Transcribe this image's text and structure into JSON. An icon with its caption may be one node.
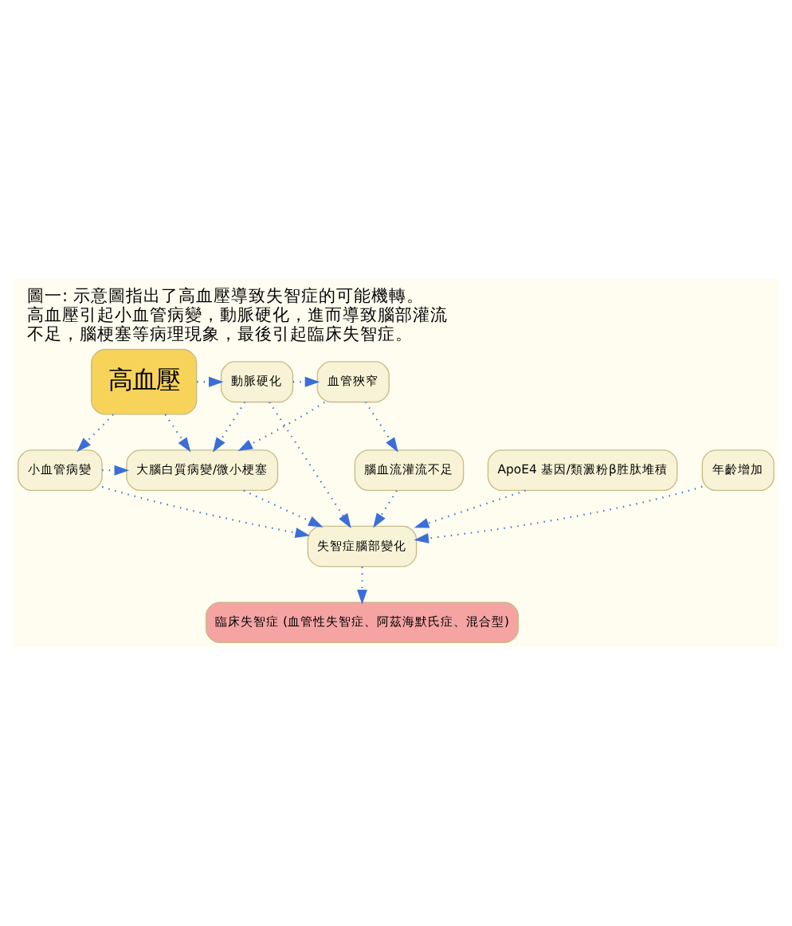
{
  "diagram": {
    "title": "圖一: 示意圖指出了高血壓導致失智症的可能機轉。高血壓引起小血管病變，動脈硬化，進而導致腦部灌流不足，腦梗塞等病理現象，最後引起臨床失智症。",
    "nodes": [
      {
        "text": [
          "高血壓"
        ]
      },
      {
        "text": [
          "動脈硬化"
        ]
      },
      {
        "text": [
          "血管狹窄"
        ]
      },
      {
        "text": [
          "腦血流灌流不足"
        ]
      },
      {
        "text": [
          "小血管病變"
        ]
      },
      {
        "text": [
          "大腦白質病變/微小梗塞"
        ]
      },
      {
        "text": [
          "ApoE4 基因/類澱粉β胜肽堆積"
        ]
      },
      {
        "text": [
          "年齡增加"
        ]
      },
      {
        "text": [
          "失智症腦部變化"
        ]
      },
      {
        "text": [
          "臨床失智症 (血管性失智症、阿茲海默氏症、混合型)"
        ]
      }
    ],
    "edges": [
      {
        "from": 0,
        "to": 1,
        "arrow": "to",
        "style": "dashed"
      },
      {
        "from": 1,
        "to": 2,
        "arrow": "to",
        "style": "dashed"
      },
      {
        "from": 0,
        "to": 4,
        "arrow": "to",
        "style": "dashed"
      },
      {
        "from": 0,
        "to": 5,
        "arrow": "to",
        "style": "dashed"
      },
      {
        "from": 1,
        "to": 5,
        "arrow": "to",
        "style": "dashed"
      },
      {
        "from": 2,
        "to": 5,
        "arrow": "to",
        "style": "dashed"
      },
      {
        "from": 2,
        "to": 3,
        "arrow": "to",
        "style": "dashed"
      },
      {
        "from": 4,
        "to": 5,
        "arrow": "to",
        "style": "dashed"
      },
      {
        "from": 4,
        "to": 8,
        "arrow": "to",
        "style": "dashed"
      },
      {
        "from": 5,
        "to": 8,
        "arrow": "to",
        "style": "dashed"
      },
      {
        "from": 1,
        "to": 8,
        "arrow": "to",
        "style": "dashed"
      },
      {
        "from": 3,
        "to": 8,
        "arrow": "to",
        "style": "dashed"
      },
      {
        "from": 6,
        "to": 8,
        "arrow": "to",
        "style": "dashed"
      },
      {
        "from": 7,
        "to": 8,
        "arrow": "to",
        "style": "dashed"
      },
      {
        "from": 8,
        "to": 9,
        "arrow": "to",
        "style": "dashed"
      }
    ]
  }
}
